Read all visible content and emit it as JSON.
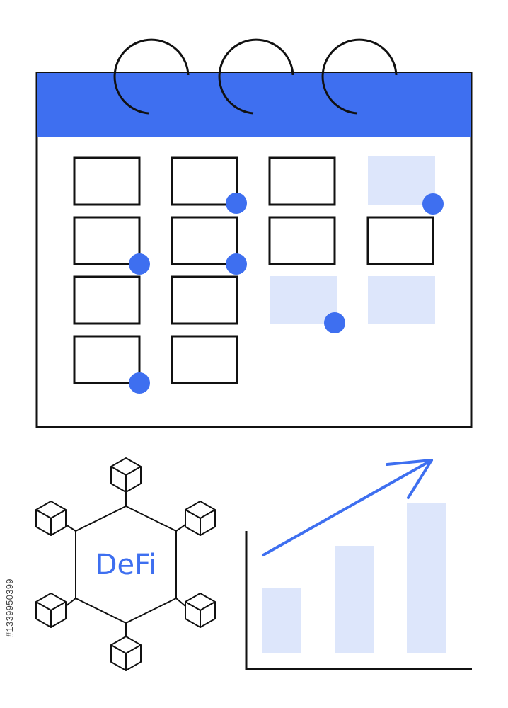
{
  "defi": {
    "label": "DeFi"
  },
  "stock": {
    "id": "#1339950399"
  },
  "colors": {
    "accent": "#3e6ff0",
    "accent_light": "#dde6fb",
    "stroke": "#111111"
  },
  "calendar": {
    "rings": 3,
    "rows": 4,
    "columns": 4
  },
  "growth_chart": {
    "bars": 3,
    "trend": "upward"
  }
}
